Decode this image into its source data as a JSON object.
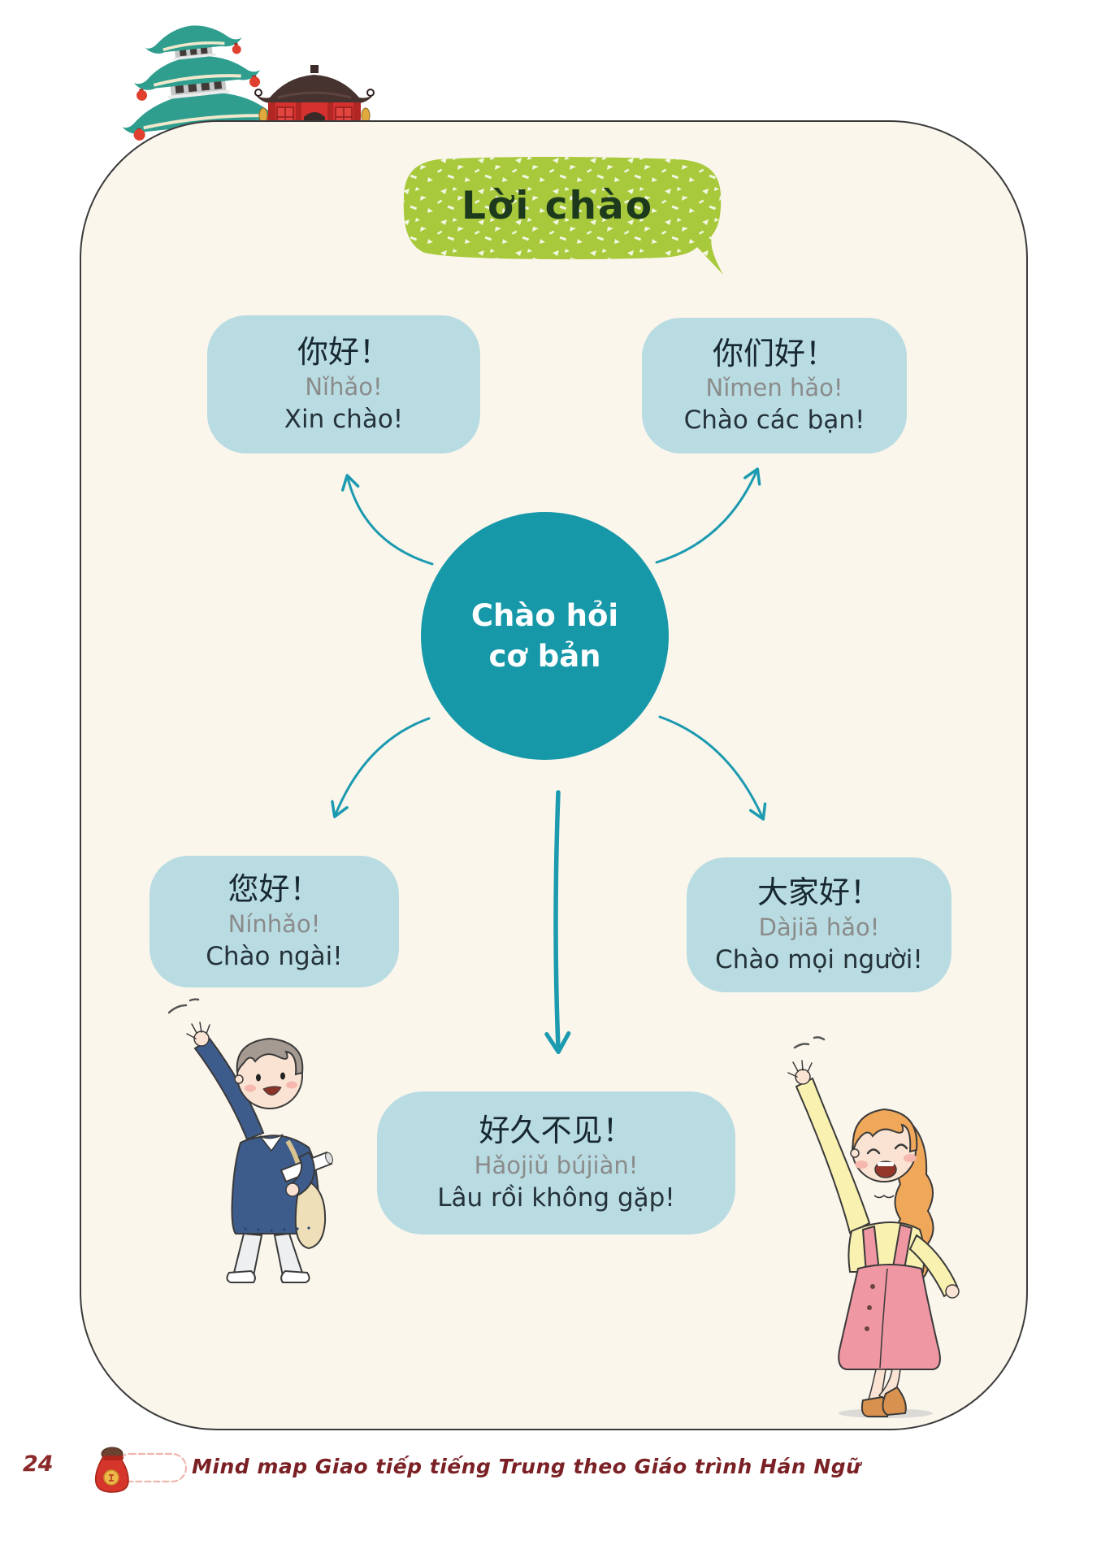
{
  "header_decorations": {
    "pagoda_icon": "pagoda-illustration",
    "temple_icon": "temple-illustration",
    "pagoda_roof_color": "#2f9e8f",
    "temple_wall_color": "#d4312f",
    "lantern_color": "#e2402e"
  },
  "title_bubble": {
    "label": "Lời chào",
    "bg_color": "#a9c93c",
    "text_color": "#1d3a1d"
  },
  "mindmap": {
    "center": {
      "line1": "Chào hỏi",
      "line2": "cơ bản",
      "bg_color": "#1798a9",
      "text_color": "#ffffff"
    },
    "arrow_color": "#1b9ab0",
    "node_bg_color": "#b9dce2",
    "pinyin_color": "#8b8b8b",
    "nodes": [
      {
        "position": "top-left",
        "hanzi": "你好！",
        "pinyin": "Nǐhǎo!",
        "vietnamese": "Xin chào!"
      },
      {
        "position": "top-right",
        "hanzi": "你们好！",
        "pinyin": "Nǐmen hǎo!",
        "vietnamese": "Chào các bạn!"
      },
      {
        "position": "middle-left",
        "hanzi": "您好！",
        "pinyin": "Nínhǎo!",
        "vietnamese": "Chào ngài!"
      },
      {
        "position": "middle-right",
        "hanzi": "大家好！",
        "pinyin": "Dàjiā hǎo!",
        "vietnamese": "Chào mọi người!"
      },
      {
        "position": "bottom-center",
        "hanzi": "好久不见！",
        "pinyin": "Hǎojiǔ bújiàn!",
        "vietnamese": "Lâu rồi không gặp!"
      }
    ]
  },
  "illustrations": {
    "left_character": "boy-waving",
    "right_character": "girl-waving"
  },
  "footer": {
    "page_number": "24",
    "caption": "Mind map Giao tiếp tiếng Trung theo Giáo trình Hán Ngữ",
    "text_color": "#7b2125",
    "money_bag_icon": "money-bag"
  }
}
